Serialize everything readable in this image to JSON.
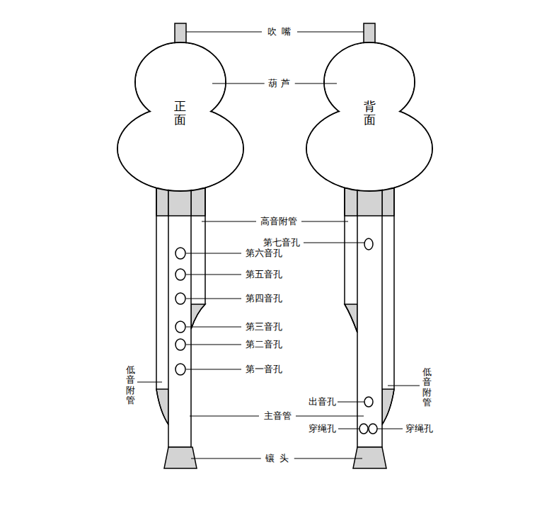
{
  "diagram": {
    "nodes": [
      {
        "text": [
          "正面"
        ]
      },
      {
        "text": [
          "背面"
        ]
      }
    ],
    "labels": [
      "吹嘴",
      "葫芦",
      "高音附管",
      "第七音孔",
      "第六音孔",
      "第五音孔",
      "第四音孔",
      "第三音孔",
      "第二音孔",
      "第一音孔",
      "低音附管",
      "低音附管",
      "出音孔",
      "主音管",
      "穿绳孔",
      "穿绳孔",
      "镶头"
    ]
  }
}
